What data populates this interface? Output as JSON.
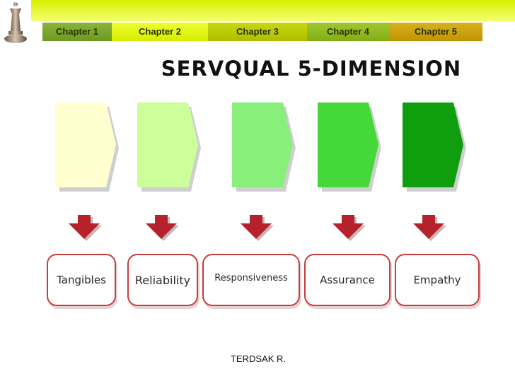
{
  "nav": {
    "tabs": [
      "Chapter 1",
      "Chapter 2",
      "Chapter 3",
      "Chapter 4",
      "Chapter 5"
    ]
  },
  "slide": {
    "title": "SERVQUAL 5-DIMENSION",
    "dimensions": [
      "Tangibles",
      "Reliability",
      "Responsiveness",
      "Assurance",
      "Empathy"
    ],
    "chevron_colors": [
      "#ffffd0",
      "#ccff99",
      "#88f07a",
      "#44d838",
      "#0e9e0e"
    ],
    "arrow_color": "#b5222c",
    "footer": "TERDSAK R."
  }
}
